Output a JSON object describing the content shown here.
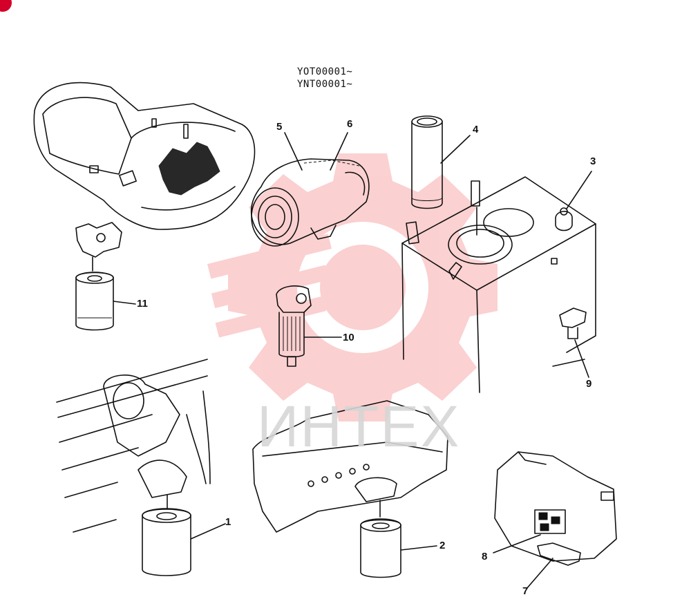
{
  "serials": [
    "YOT00001~",
    "YNT00001~"
  ],
  "callouts": [
    {
      "id": "1",
      "label": "1"
    },
    {
      "id": "2",
      "label": "2"
    },
    {
      "id": "3",
      "label": "3"
    },
    {
      "id": "4",
      "label": "4"
    },
    {
      "id": "5",
      "label": "5"
    },
    {
      "id": "6",
      "label": "6"
    },
    {
      "id": "7",
      "label": "7"
    },
    {
      "id": "8",
      "label": "8"
    },
    {
      "id": "9",
      "label": "9"
    },
    {
      "id": "10",
      "label": "10"
    },
    {
      "id": "11",
      "label": "11"
    }
  ],
  "watermark": {
    "text": "ИНТЕХ",
    "color": "#f08080"
  },
  "corner_mark_color": "#d4002a",
  "icons": [
    "gear-watermark-icon",
    "corner-mark-icon"
  ]
}
